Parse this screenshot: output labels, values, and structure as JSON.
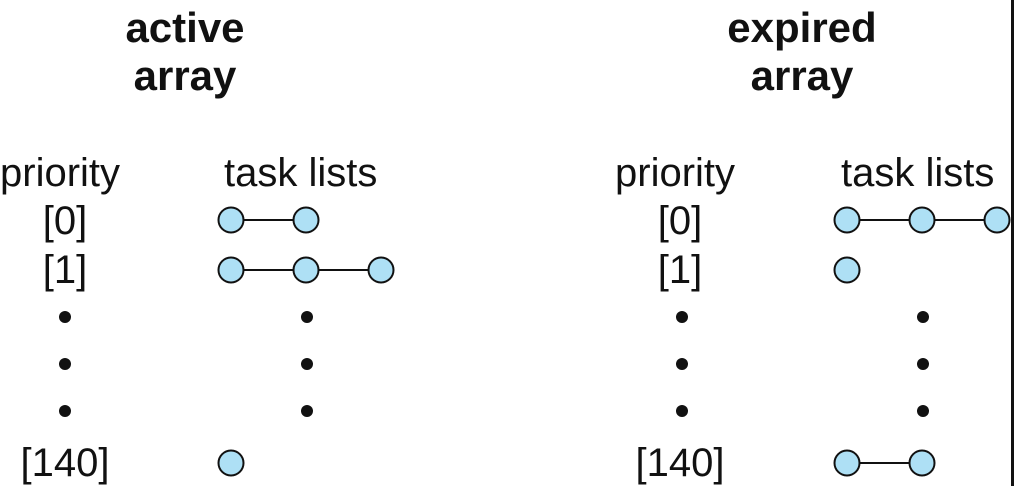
{
  "active": {
    "title_line1": "active",
    "title_line2": "array",
    "priority_header": "priority",
    "tasks_header": "task lists",
    "priorities": [
      "[0]",
      "[1]",
      "[140]"
    ],
    "task_counts": [
      2,
      3,
      1
    ]
  },
  "expired": {
    "title_line1": "expired",
    "title_line2": "array",
    "priority_header": "priority",
    "tasks_header": "task lists",
    "priorities": [
      "[0]",
      "[1]",
      "[140]"
    ],
    "task_counts": [
      3,
      1,
      2
    ]
  },
  "colors": {
    "node_fill": "#aee0f5",
    "node_stroke": "#111111",
    "line": "#111111"
  }
}
